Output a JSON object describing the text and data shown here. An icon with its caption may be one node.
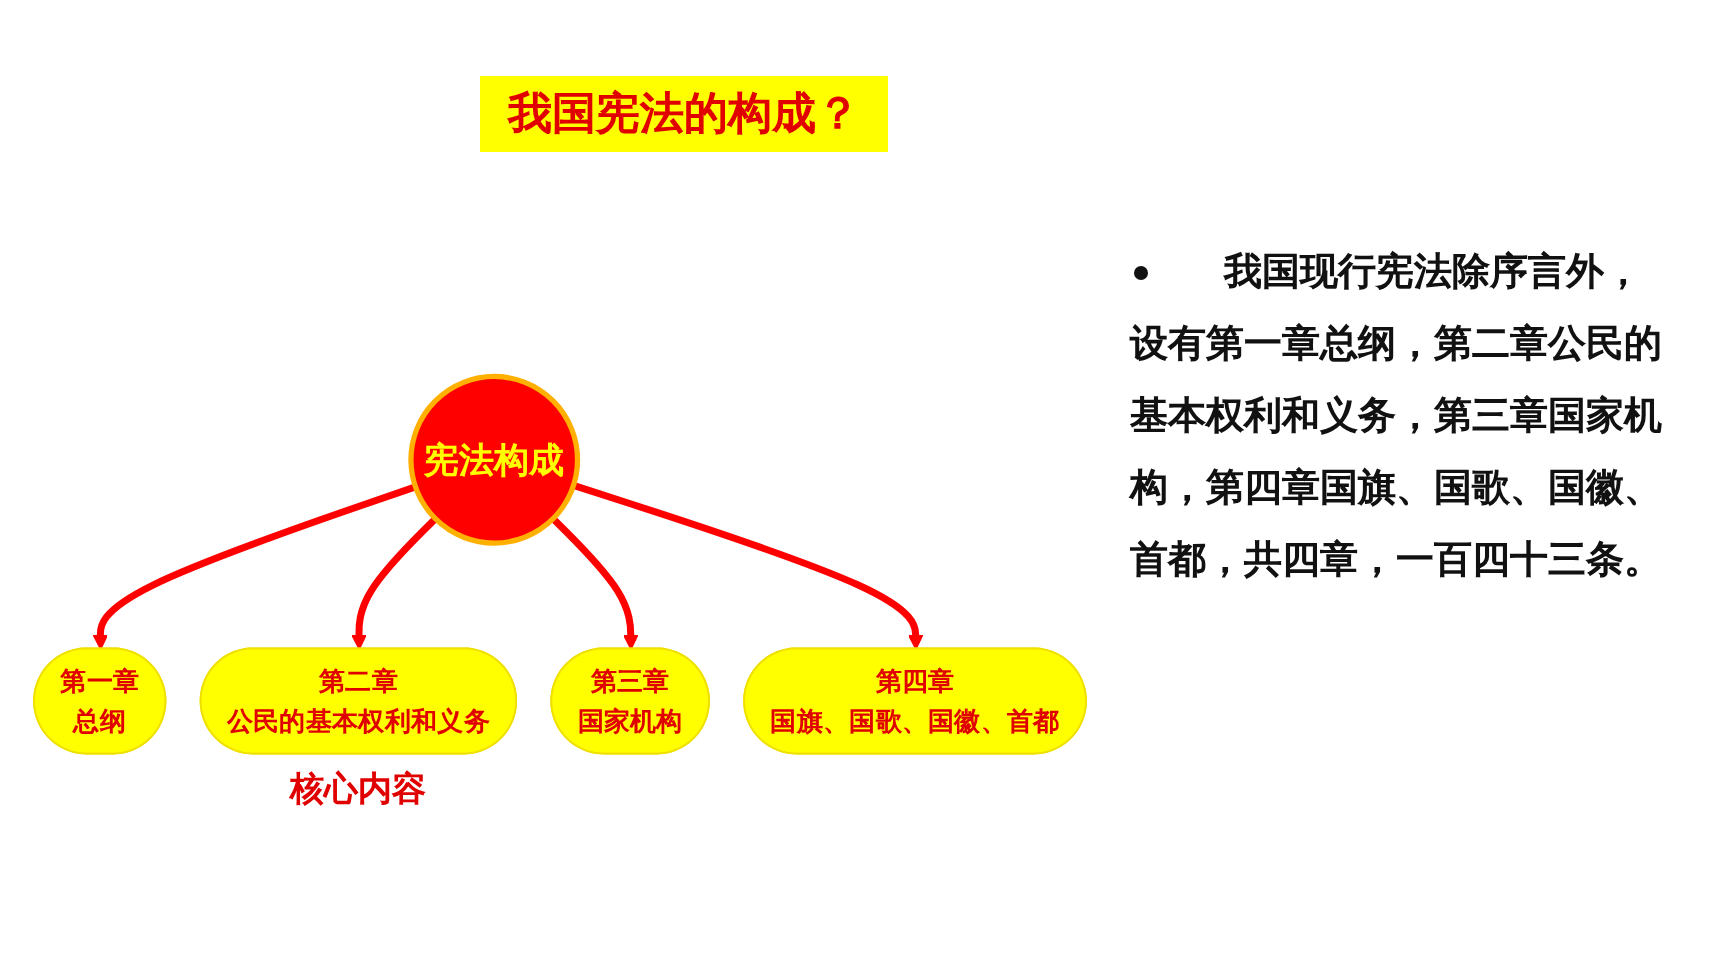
{
  "diagram": {
    "title": "我国宪法的构成？",
    "nodes": [
      {
        "text": [
          "宪法构成"
        ]
      },
      {
        "text": [
          "第一章",
          "总纲"
        ]
      },
      {
        "text": [
          "第二章",
          "公民的基本权利和义务"
        ],
        "beside": [
          "核心内容"
        ]
      },
      {
        "text": [
          "第三章",
          "国家机构"
        ]
      },
      {
        "text": [
          "第四章",
          "国旗、国歌、国徽、首都"
        ]
      }
    ],
    "edges": [
      {
        "from": 0,
        "to": 1,
        "arrow": "to"
      },
      {
        "from": 0,
        "to": 2,
        "arrow": "to"
      },
      {
        "from": 0,
        "to": 3,
        "arrow": "to"
      },
      {
        "from": 0,
        "to": 4,
        "arrow": "to"
      }
    ],
    "labels": [
      "我国现行宪法除序言外，设有第一章总纲，第二章公民的基本权利和义务，第三章国家机构，第四章国旗、国歌、国徽、首都，共四章，一百四十三条。"
    ]
  }
}
